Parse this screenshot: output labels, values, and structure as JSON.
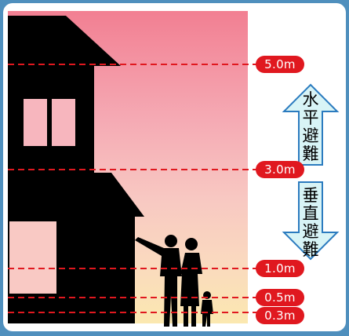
{
  "levels": [
    {
      "label": "5.0m"
    },
    {
      "label": "3.0m"
    },
    {
      "label": "1.0m"
    },
    {
      "label": "0.5m"
    },
    {
      "label": "0.3m"
    }
  ],
  "horizontal_evacuation": [
    "水",
    "平",
    "避",
    "難"
  ],
  "vertical_evacuation": [
    "垂",
    "直",
    "避",
    "難"
  ],
  "colors": {
    "frame": "#4f8fbd",
    "badge": "#e0181f",
    "dash_line": "#e0181f",
    "zone_top": "#f4a0aa",
    "zone_bottom": "#fbe8b0",
    "arrow_fill": "#d8f4f6",
    "arrow_stroke": "#2b7bbf",
    "silhouette": "#000000"
  }
}
